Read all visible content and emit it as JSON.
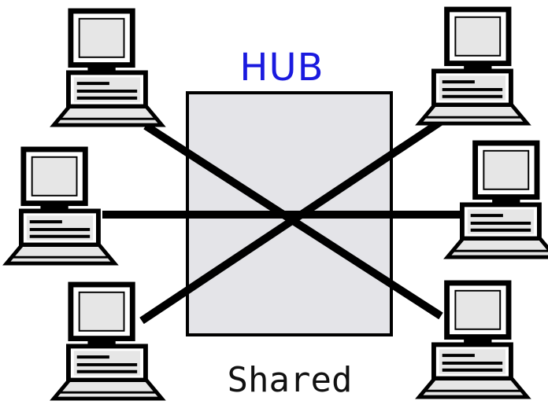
{
  "diagram": {
    "title": "HUB",
    "caption": "Shared",
    "nodes": [
      {
        "id": "computer-top-left",
        "icon": "desktop-computer-icon"
      },
      {
        "id": "computer-middle-left",
        "icon": "desktop-computer-icon"
      },
      {
        "id": "computer-bottom-left",
        "icon": "desktop-computer-icon"
      },
      {
        "id": "computer-top-right",
        "icon": "desktop-computer-icon"
      },
      {
        "id": "computer-middle-right",
        "icon": "desktop-computer-icon"
      },
      {
        "id": "computer-bottom-right",
        "icon": "desktop-computer-icon"
      }
    ],
    "hub": {
      "id": "hub-box"
    },
    "links": [
      {
        "from": "computer-top-left",
        "to": "computer-bottom-right"
      },
      {
        "from": "computer-middle-left",
        "to": "computer-middle-right"
      },
      {
        "from": "computer-bottom-left",
        "to": "computer-top-right"
      }
    ],
    "colors": {
      "title": "#1a1adf",
      "hub_fill": "#e4e4e8",
      "outline": "#000000",
      "computer_fill": "#e6e6e6",
      "cable": "#000000"
    }
  }
}
